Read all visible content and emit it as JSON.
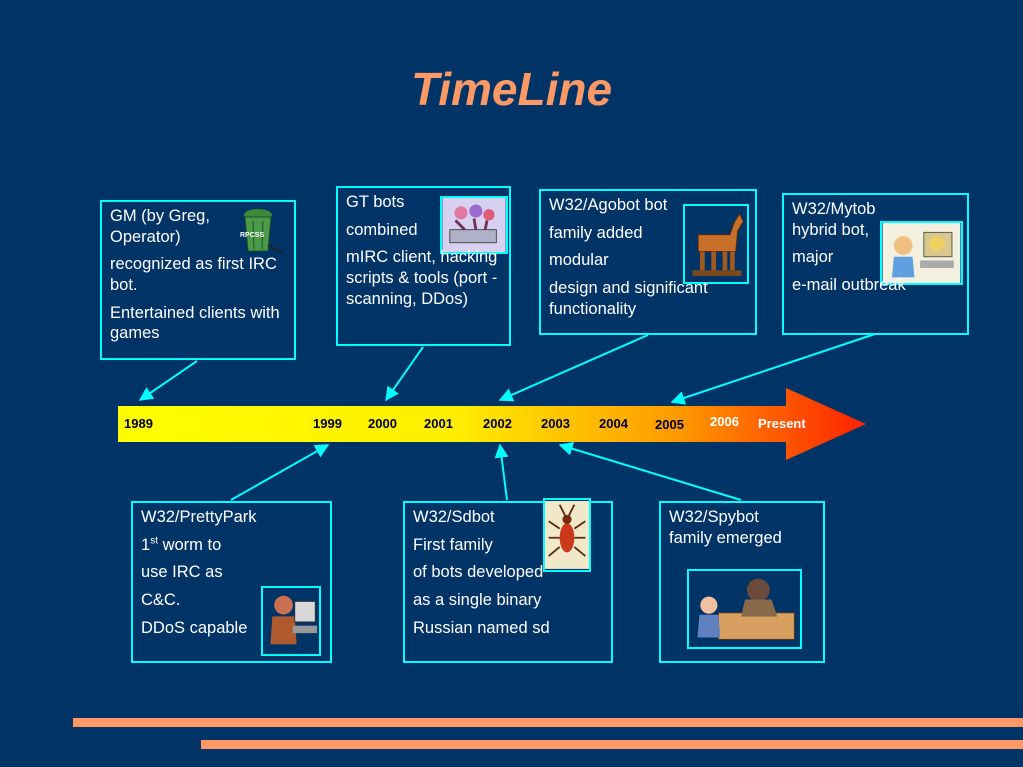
{
  "slide": {
    "title": "TimeLine"
  },
  "top_boxes": [
    {
      "id": "gm",
      "lines": [
        "GM (by Greg,",
        "Operator)",
        "recognized as first IRC bot.",
        "Entertained clients with games"
      ],
      "icon": "trash-can-icon",
      "icon_label": "RPCSS"
    },
    {
      "id": "gt",
      "lines": [
        "GT bots",
        "combined",
        "mIRC client, hacking scripts & tools (port - scanning, DDos)"
      ],
      "icon": "monsters-at-computer-icon"
    },
    {
      "id": "agobot",
      "lines": [
        "W32/Agobot bot",
        "family added",
        "modular",
        "design and significant functionality"
      ],
      "icon": "trojan-horse-icon"
    },
    {
      "id": "mytob",
      "lines": [
        "W32/Mytob",
        "hybrid bot,",
        "major",
        "e-mail outbreak"
      ],
      "icon": "angry-computer-user-icon"
    }
  ],
  "bottom_boxes": [
    {
      "id": "prettypark",
      "lines": [
        "W32/PrettyPark",
        "worm to",
        "use IRC as",
        "C&C.",
        "DDoS capable"
      ],
      "ordinal_num": "1",
      "ordinal_sup": "st",
      "icon": "hacker-at-computer-icon"
    },
    {
      "id": "sdbot",
      "lines": [
        "W32/Sdbot",
        "First family",
        "of bots developed",
        "as a single binary",
        "Russian named sd"
      ],
      "icon": "bug-icon"
    },
    {
      "id": "spybot",
      "lines": [
        "W32/Spybot",
        "family emerged"
      ],
      "icon": "spy-at-desk-icon"
    }
  ],
  "timeline": {
    "years": [
      "1989",
      "1999",
      "2000",
      "2001",
      "2002",
      "2003",
      "2004",
      "2005",
      "2006",
      "Present"
    ],
    "colors": {
      "start": "#ffff00",
      "mid": "#ff9900",
      "end": "#ff2200",
      "text_dark": "#000033",
      "text_light": "#ffffff"
    }
  },
  "theme": {
    "background": "#003366",
    "accent": "#ff9966",
    "border": "#00ffff"
  }
}
